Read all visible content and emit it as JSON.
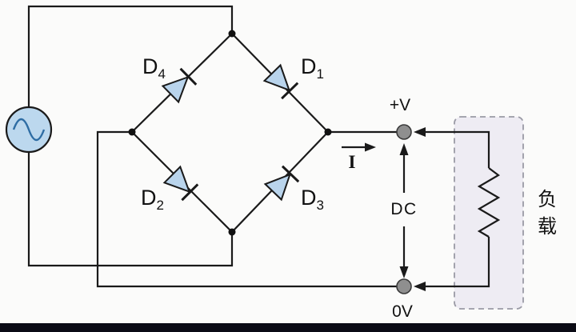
{
  "diagram": {
    "kind": "bridge-rectifier-circuit",
    "labels": {
      "d1_base": "D",
      "d1_sub": "1",
      "d2_base": "D",
      "d2_sub": "2",
      "d3_base": "D",
      "d3_sub": "3",
      "d4_base": "D",
      "d4_sub": "4",
      "plus_v": "+V",
      "zero_v": "0V",
      "dc": "DC",
      "current": "I",
      "load_char_1": "负",
      "load_char_2": "载"
    }
  },
  "colors": {
    "background": "#fbfbfa",
    "wire": "#1a1a1a",
    "diode_fill": "#b9d4ec",
    "source_fill": "#bcd8ee",
    "sine_stroke": "#2e6da4",
    "terminal_fill": "#8f8f8f",
    "load_box_fill": "#eeecf3",
    "load_box_border": "#9a9aa5",
    "bottom_bar": "#0b0b15"
  }
}
